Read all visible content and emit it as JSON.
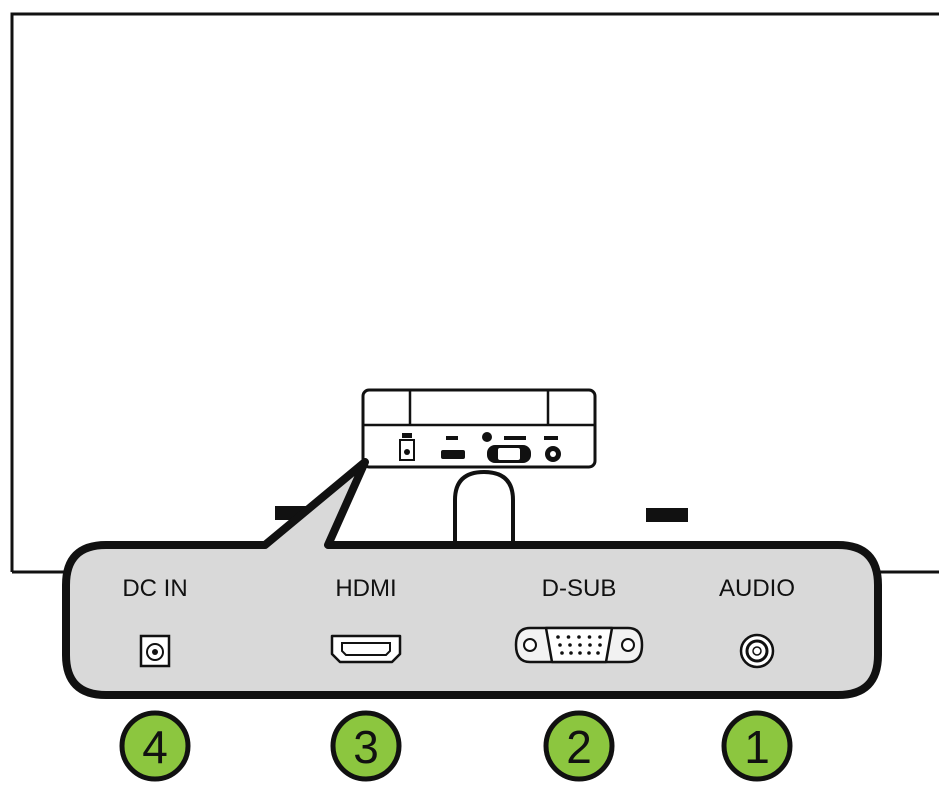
{
  "ports": [
    {
      "id": "dc-in",
      "label": "DC IN",
      "number": "4"
    },
    {
      "id": "hdmi",
      "label": "HDMI",
      "number": "3"
    },
    {
      "id": "d-sub",
      "label": "D-SUB",
      "number": "2"
    },
    {
      "id": "audio",
      "label": "AUDIO",
      "number": "1"
    }
  ],
  "colors": {
    "panel_fill": "#d9d9d9",
    "number_circle": "#8cc63f",
    "outline": "#111111",
    "port_fill": "#f2f2f2"
  }
}
